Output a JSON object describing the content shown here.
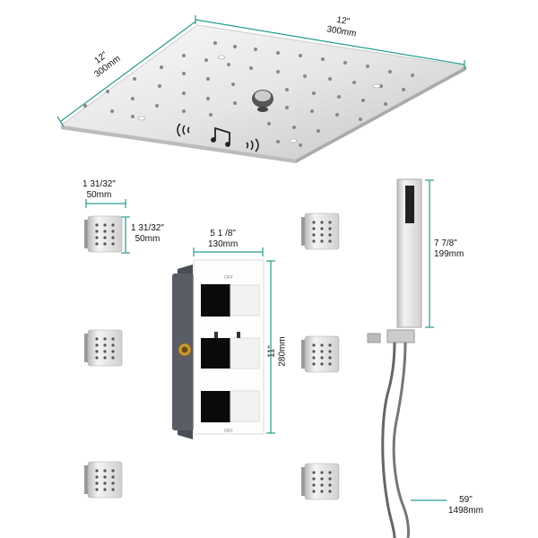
{
  "colors": {
    "dimension_line": "#2a9a8c",
    "chrome": "#d9d9d9",
    "handle": "#0a0a0a",
    "brass": "#c99a3a"
  },
  "shower_head": {
    "width_label": {
      "inch": "12\"",
      "mm": "300mm"
    },
    "depth_label": {
      "inch": "12\"",
      "mm": "300mm"
    },
    "icons": [
      "bluetooth-wave-icon",
      "music-note-icon"
    ]
  },
  "body_jet": {
    "width_label": {
      "inch": "1 31/32\"",
      "mm": "50mm"
    },
    "height_label": {
      "inch": "1 31/32\"",
      "mm": "50mm"
    }
  },
  "valve": {
    "width_label": {
      "inch": "5 1 /8\"",
      "mm": "130mm"
    },
    "height_label": {
      "inch": "11\"",
      "mm": "280mm"
    },
    "top_mark": "OFF",
    "bottom_mark": "OFF"
  },
  "hand_shower": {
    "height_label": {
      "inch": "7 7/8\"",
      "mm": "199mm"
    }
  },
  "hose": {
    "length_label": {
      "inch": "59\"",
      "mm": "1498mm"
    }
  }
}
